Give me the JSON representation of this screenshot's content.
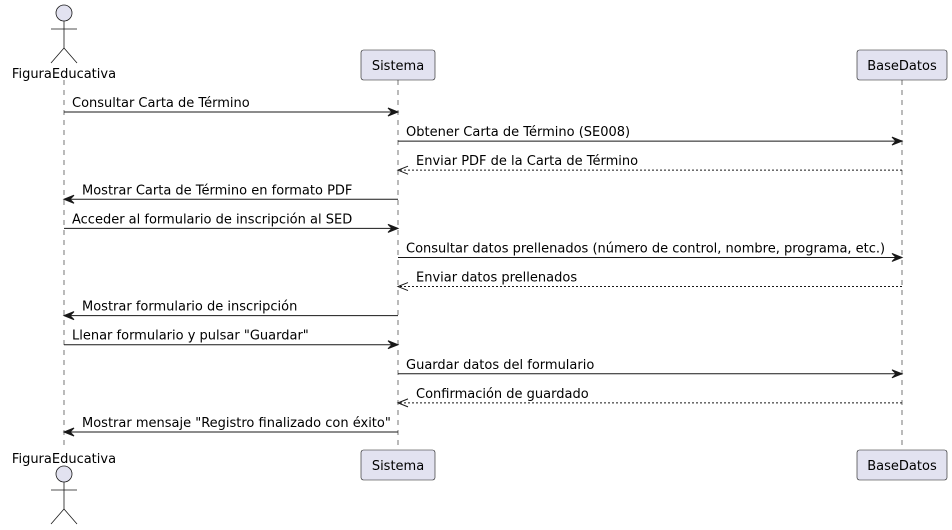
{
  "participants": [
    {
      "id": "figura",
      "label": "FiguraEducativa",
      "kind": "actor"
    },
    {
      "id": "sistema",
      "label": "Sistema",
      "kind": "participant"
    },
    {
      "id": "base",
      "label": "BaseDatos",
      "kind": "participant"
    }
  ],
  "messages": [
    {
      "from": "figura",
      "to": "sistema",
      "style": "sync",
      "text": "Consultar Carta de Término"
    },
    {
      "from": "sistema",
      "to": "base",
      "style": "sync",
      "text": "Obtener Carta de Término (SE008)"
    },
    {
      "from": "base",
      "to": "sistema",
      "style": "reply",
      "text": "Enviar PDF de la Carta de Término"
    },
    {
      "from": "sistema",
      "to": "figura",
      "style": "sync",
      "text": "Mostrar Carta de Término en formato PDF"
    },
    {
      "from": "figura",
      "to": "sistema",
      "style": "sync",
      "text": "Acceder al formulario de inscripción al SED"
    },
    {
      "from": "sistema",
      "to": "base",
      "style": "sync",
      "text": "Consultar datos prellenados (número de control, nombre, programa, etc.)"
    },
    {
      "from": "base",
      "to": "sistema",
      "style": "reply",
      "text": "Enviar datos prellenados"
    },
    {
      "from": "sistema",
      "to": "figura",
      "style": "sync",
      "text": "Mostrar formulario de inscripción"
    },
    {
      "from": "figura",
      "to": "sistema",
      "style": "sync",
      "text": "Llenar formulario y pulsar \"Guardar\""
    },
    {
      "from": "sistema",
      "to": "base",
      "style": "sync",
      "text": "Guardar datos del formulario"
    },
    {
      "from": "base",
      "to": "sistema",
      "style": "reply",
      "text": "Confirmación de guardado"
    },
    {
      "from": "sistema",
      "to": "figura",
      "style": "sync",
      "text": "Mostrar mensaje \"Registro finalizado con éxito\""
    }
  ]
}
